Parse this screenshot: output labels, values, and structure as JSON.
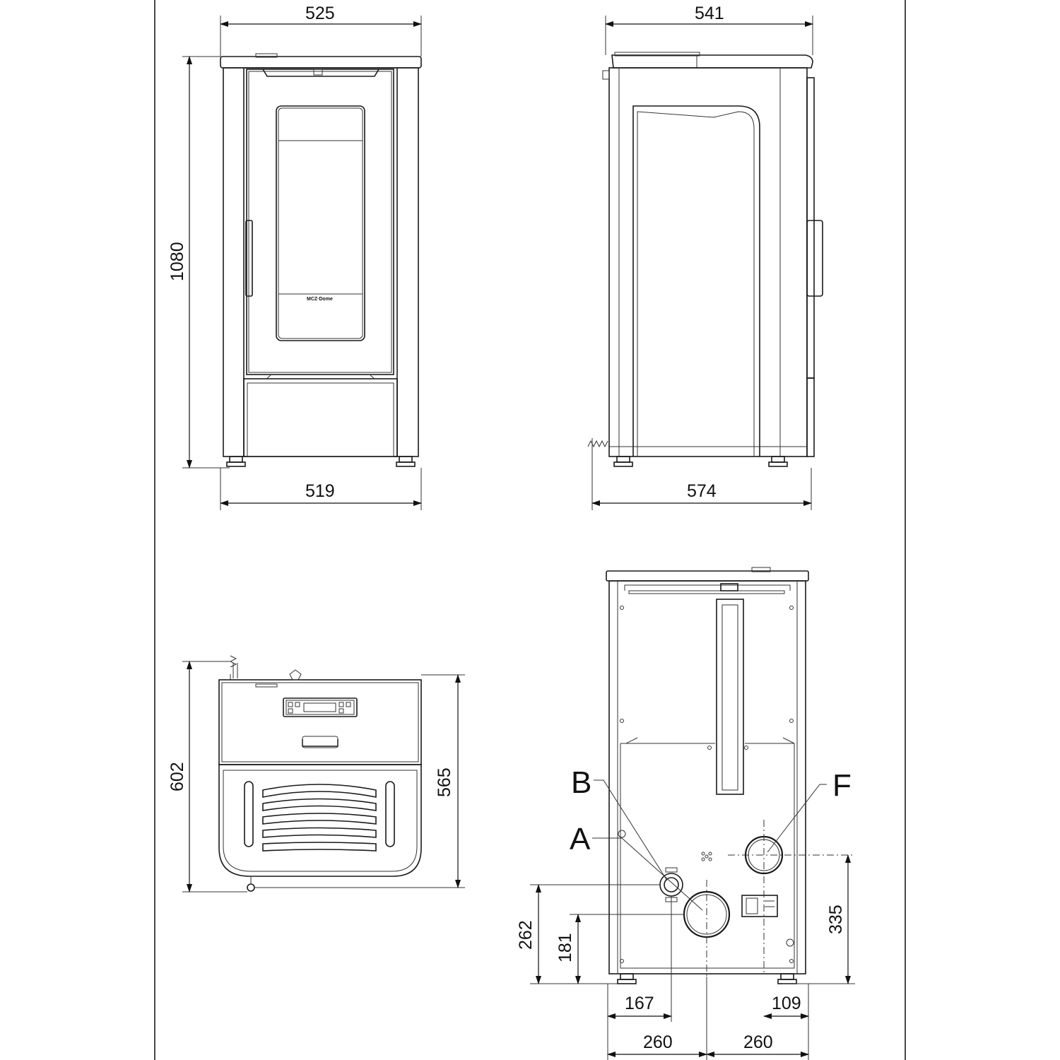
{
  "front_view": {
    "width_top": "525",
    "height": "1080",
    "width_bottom": "519"
  },
  "side_view": {
    "depth_top": "541",
    "depth_bottom": "574"
  },
  "top_view": {
    "depth_total": "602",
    "depth_body": "565"
  },
  "rear_view": {
    "label_a": "A",
    "label_b": "B",
    "label_f": "F",
    "height_a": "262",
    "height_b": "181",
    "height_f": "335",
    "offset_left": "167",
    "offset_right": "109",
    "half_left": "260",
    "half_right": "260"
  },
  "logo_text": "MCZ·Dome"
}
